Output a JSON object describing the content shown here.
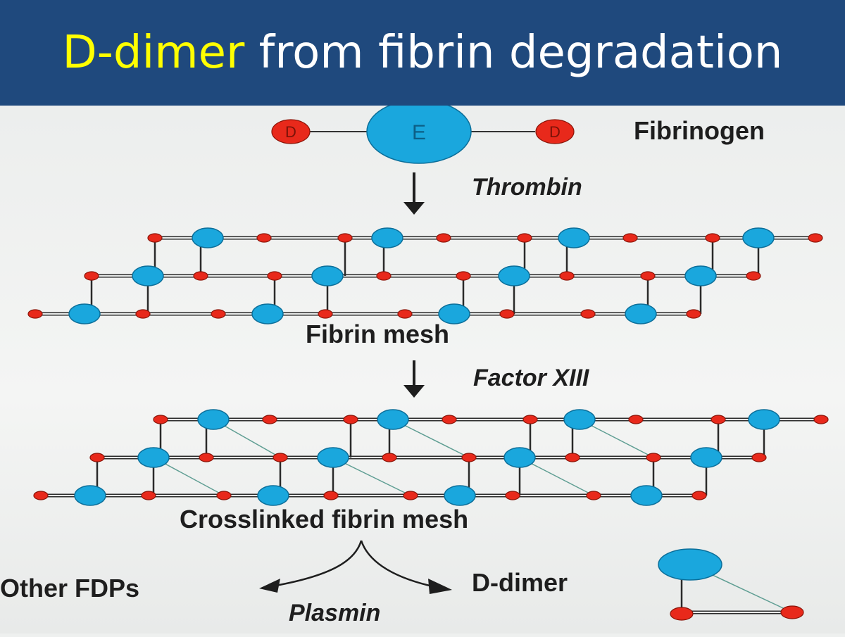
{
  "slide": {
    "title_highlight": "D-dimer",
    "title_rest": " from fibrin degradation",
    "highlight_color": "#ffff00",
    "header_color": "#1f497d"
  },
  "diagram": {
    "fibrinogen": {
      "label": "Fibrinogen",
      "d_label": "D",
      "e_label": "E"
    },
    "step1": {
      "enzyme": "Thrombin",
      "product": "Fibrin mesh"
    },
    "step2": {
      "enzyme": "Factor XIII",
      "product": "Crosslinked fibrin mesh"
    },
    "step3": {
      "enzyme": "Plasmin",
      "product_left": "Other FDPs",
      "product_right": "D-dimer"
    },
    "colors": {
      "e_domain": "#1aa7dd",
      "d_domain": "#e8291b",
      "strand": "#2a2a2a",
      "crosslink": "#5f9e93"
    }
  }
}
